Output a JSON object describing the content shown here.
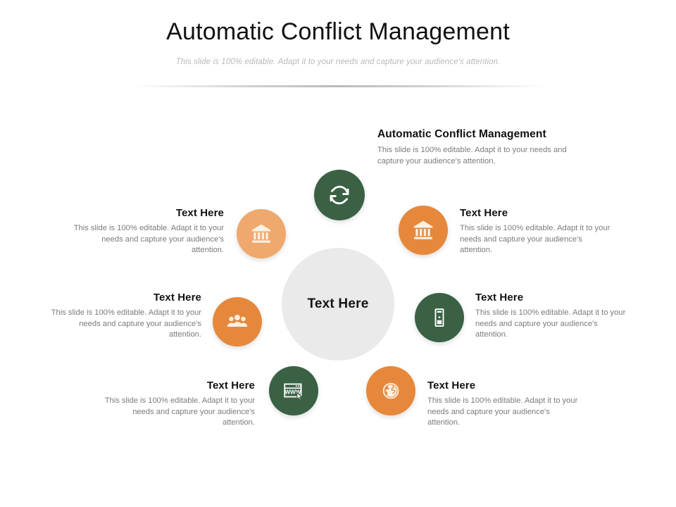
{
  "header": {
    "title": "Automatic Conflict Management",
    "subtitle": "This slide is 100% editable. Adapt it to your needs and capture your audience's attention."
  },
  "colors": {
    "green": "#3a6144",
    "orange": "#e6883c",
    "orange_light": "#efa86e",
    "hub_gray": "#eaeaea",
    "heading_text": "#111111",
    "body_text": "#7b7b7b",
    "subtitle_text": "#b9b9b9"
  },
  "diagram": {
    "center": {
      "label": "Text Here"
    },
    "body_text": "This slide is 100% editable. Adapt it to your needs and capture your audience's attention.",
    "nodes": [
      {
        "id": "main",
        "heading": "Automatic Conflict Management",
        "body": "This slide is 100% editable. Adapt it to your needs and capture your audience's attention.",
        "icon": "sync-refresh-icon",
        "color": "#3a6144",
        "side": "top"
      },
      {
        "id": "right-upper",
        "heading": "Text Here",
        "body": "This slide is 100% editable. Adapt it to your needs and capture your audience's attention.",
        "icon": "bank-building-icon",
        "color": "#e6883c",
        "side": "right"
      },
      {
        "id": "right-middle",
        "heading": "Text Here",
        "body": "This slide is 100% editable. Adapt it to your needs and capture your audience's attention.",
        "icon": "server-tower-icon",
        "color": "#3a6144",
        "side": "right"
      },
      {
        "id": "right-lower",
        "heading": "Text Here",
        "body": "This slide is 100% editable. Adapt it to your needs and capture your audience's attention.",
        "icon": "globe-icon",
        "color": "#e6883c",
        "side": "right"
      },
      {
        "id": "left-upper",
        "heading": "Text Here",
        "body": "This slide is 100% editable. Adapt it to your needs and capture your audience's attention.",
        "icon": "bank-building-icon",
        "color": "#efa86e",
        "side": "left"
      },
      {
        "id": "left-middle",
        "heading": "Text Here",
        "body": "This slide is 100% editable. Adapt it to your needs and capture your audience's attention.",
        "icon": "people-group-icon",
        "color": "#e6883c",
        "side": "left"
      },
      {
        "id": "left-lower",
        "heading": "Text Here",
        "body": "This slide is 100% editable. Adapt it to your needs and capture your audience's attention.",
        "icon": "www-browser-icon",
        "color": "#3a6144",
        "side": "left"
      }
    ]
  }
}
